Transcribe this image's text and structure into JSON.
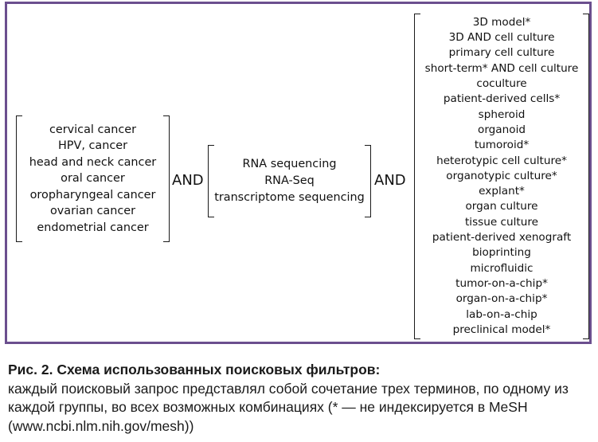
{
  "figure": {
    "group1": [
      "cervical cancer",
      "HPV, cancer",
      "head and neck cancer",
      "oral cancer",
      "oropharyngeal cancer",
      "ovarian cancer",
      "endometrial cancer"
    ],
    "operator1": "AND",
    "group2": [
      "RNA sequencing",
      "RNA-Seq",
      "transcriptome sequencing"
    ],
    "operator2": "AND",
    "group3": [
      "3D model*",
      "3D AND cell culture",
      "primary cell culture",
      "short-term* AND cell culture",
      "coculture",
      "patient-derived cells*",
      "spheroid",
      "organoid",
      "tumoroid*",
      "heterotypic cell culture*",
      "organotypic culture*",
      "explant*",
      "organ culture",
      "tissue culture",
      "patient-derived xenograft",
      "bioprinting",
      "microfluidic",
      "tumor-on-a-chip*",
      "organ-on-a-chip*",
      "lab-on-a-chip",
      "preclinical model*"
    ],
    "border_color": "#6b4f8e"
  },
  "caption": {
    "title": "Рис. 2. Схема использованных поисковых фильтров:",
    "text": "каждый поисковый запрос представлял собой сочетание трех терминов, по одному из каждой группы, во всех возможных комбинациях (* — не индексируется в MeSH (www.ncbi.nlm.nih.gov/mesh))"
  }
}
